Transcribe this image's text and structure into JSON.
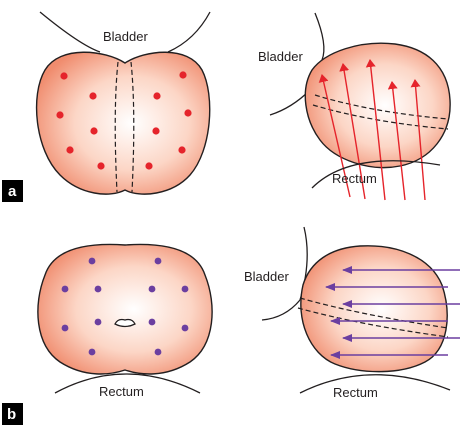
{
  "labels": {
    "bladder": "Bladder",
    "rectum": "Rectum",
    "panel_a": "a",
    "panel_b": "b"
  },
  "colors": {
    "gland_edge": "#f08c6e",
    "gland_center": "#ffffff",
    "gland_outline": "#231f20",
    "red_marker": "#e5242b",
    "purple_marker": "#6b3fa0"
  }
}
